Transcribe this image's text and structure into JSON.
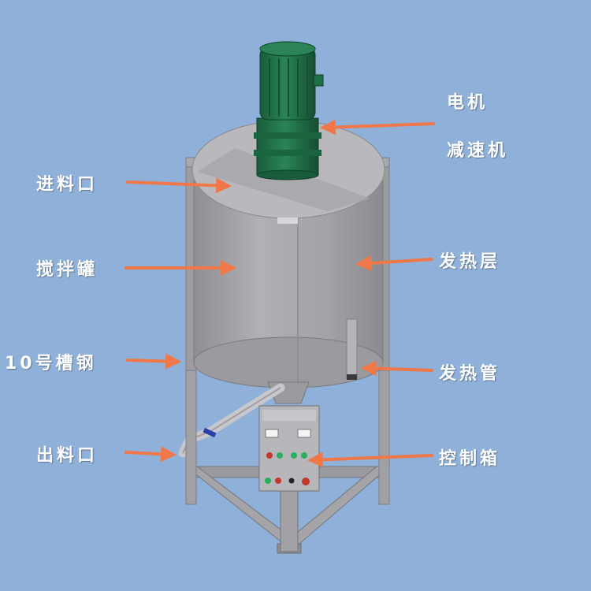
{
  "labels": {
    "motor": "电机",
    "reducer": "减速机",
    "inlet": "进料口",
    "mixing_tank": "搅拌罐",
    "heating_layer": "发热层",
    "channel_steel": "10号槽钢",
    "heating_tube": "发热管",
    "outlet": "出料口",
    "control_box": "控制箱"
  },
  "colors": {
    "background": "#8fb0d8",
    "arrow": "#f07848",
    "motor_green": "#1e6e45",
    "tank_grey": "#a4a4a8"
  }
}
